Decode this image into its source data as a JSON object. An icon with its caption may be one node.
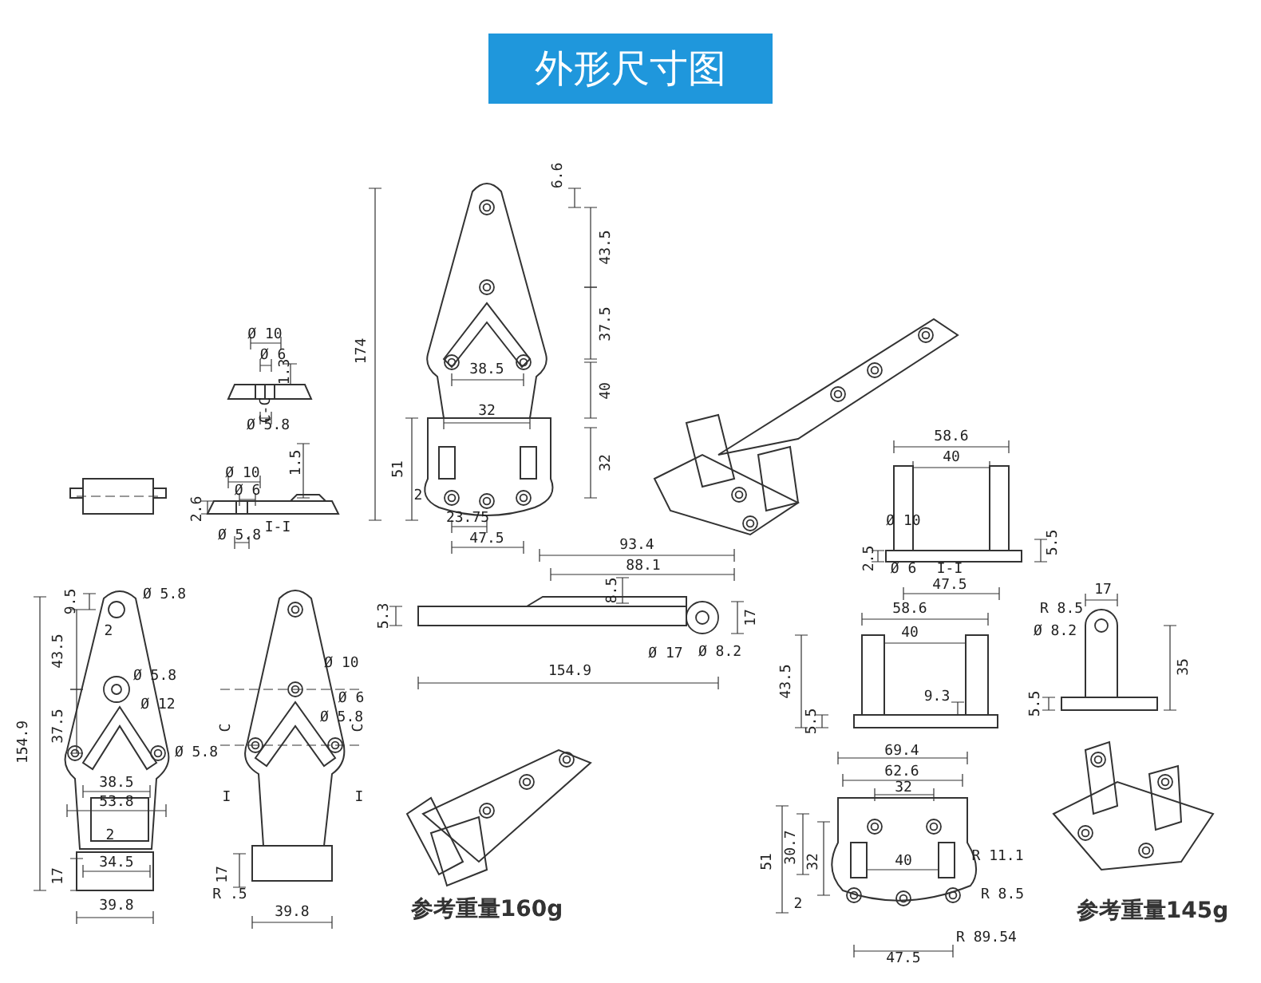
{
  "diagram": {
    "title": "外形尺寸图",
    "labels": [
      "Ø 10",
      "Ø 6",
      "1.3",
      "C-C",
      "Ø 5.8",
      "Ø 10",
      "1.5",
      "Ø 6",
      "2.6",
      "Ø 5.8",
      "I-I",
      "6.6",
      "43.5",
      "174",
      "37.5",
      "38.5",
      "40",
      "32",
      "51",
      "32",
      "2",
      "23.75",
      "47.5",
      "93.4",
      "88.1",
      "8.5",
      "5.3",
      "17",
      "Ø 17",
      "Ø 8.2",
      "154.9",
      "58.6",
      "40",
      "Ø 10",
      "5.5",
      "2.5",
      "Ø 6",
      "I-I",
      "47.5",
      "9.5",
      "Ø 5.8",
      "43.5",
      "2",
      "Ø 5.8",
      "Ø 12",
      "154.9",
      "37.5",
      "Ø 5.8",
      "38.5",
      "53.8",
      "2",
      "34.5",
      "17",
      "39.8",
      "Ø 10",
      "Ø 6",
      "Ø 5.8",
      "C",
      "C",
      "I",
      "I",
      "17",
      "R .5",
      "39.8",
      "58.6",
      "40",
      "43.5",
      "9.3",
      "5.5",
      "17",
      "R 8.5",
      "Ø 8.2",
      "35",
      "5.5",
      "69.4",
      "62.6",
      "32",
      "51",
      "30.7",
      "32",
      "40",
      "R 11.1",
      "2",
      "R 8.5",
      "R 89.54",
      "47.5",
      "参考重量160g",
      "参考重量145g"
    ]
  }
}
